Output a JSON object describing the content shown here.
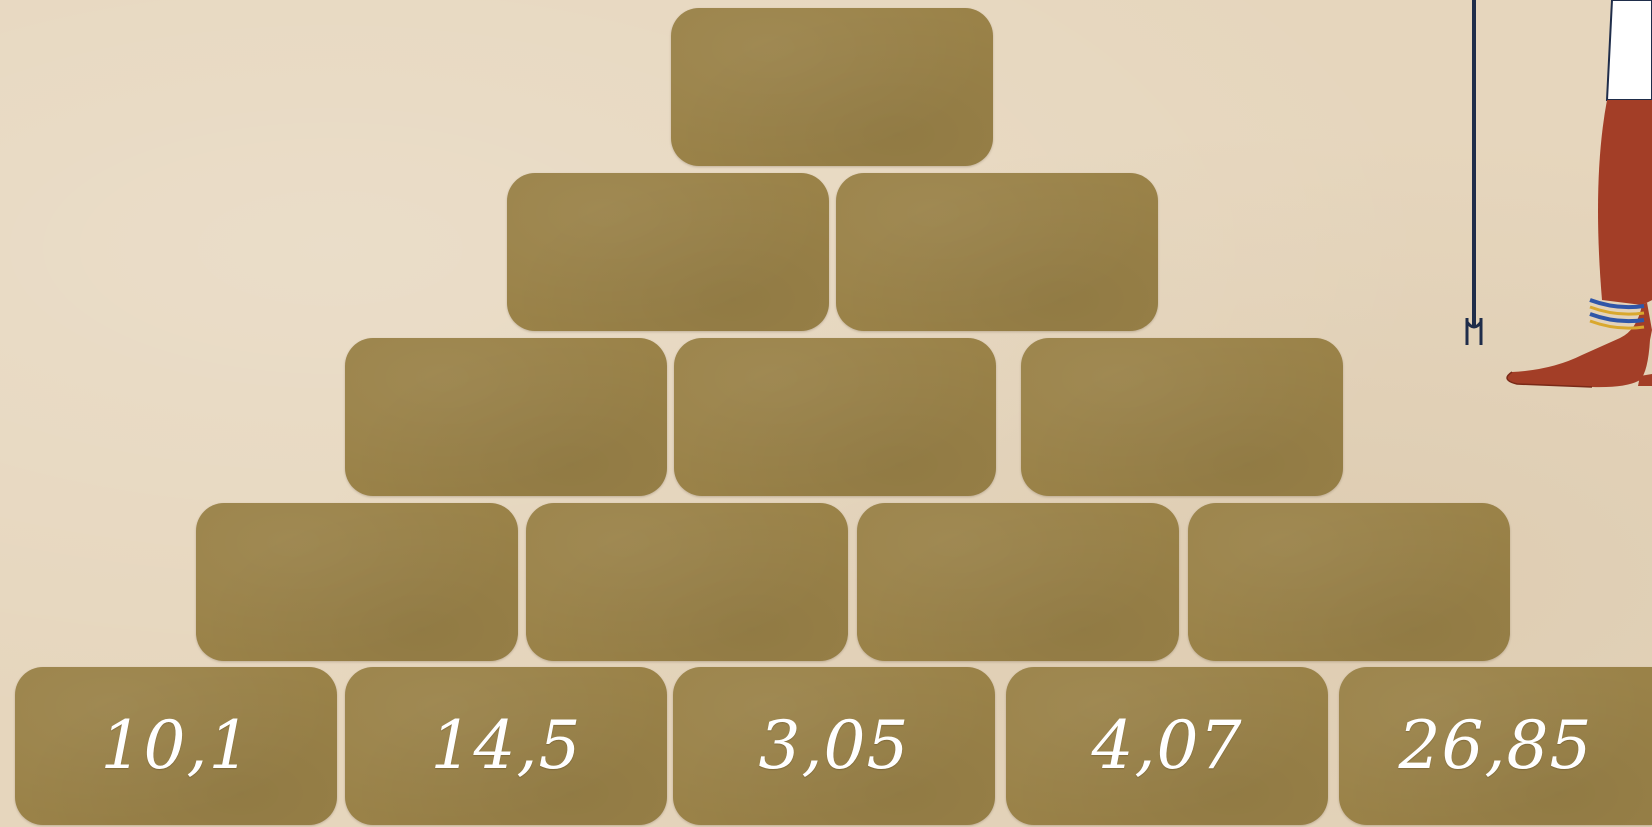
{
  "pyramid": {
    "rows": [
      {
        "cells": [
          {
            "value": ""
          }
        ]
      },
      {
        "cells": [
          {
            "value": ""
          },
          {
            "value": ""
          }
        ]
      },
      {
        "cells": [
          {
            "value": ""
          },
          {
            "value": ""
          },
          {
            "value": ""
          }
        ]
      },
      {
        "cells": [
          {
            "value": ""
          },
          {
            "value": ""
          },
          {
            "value": ""
          },
          {
            "value": ""
          }
        ]
      },
      {
        "cells": [
          {
            "value": "10,1"
          },
          {
            "value": "14,5"
          },
          {
            "value": "3,05"
          },
          {
            "value": "4,07"
          },
          {
            "value": "26,85"
          }
        ]
      }
    ]
  },
  "colors": {
    "background": "#e6d6bd",
    "block": "#9a8248",
    "block_text": "#ffffff",
    "figure_skin": "#a33e27",
    "figure_staff": "#1f2d4a",
    "figure_cloth": "#ffffff",
    "figure_band_blue": "#2f56a8",
    "figure_band_gold": "#d9a82e"
  },
  "figure": {
    "icon": "egyptian-figure-legs-icon"
  }
}
